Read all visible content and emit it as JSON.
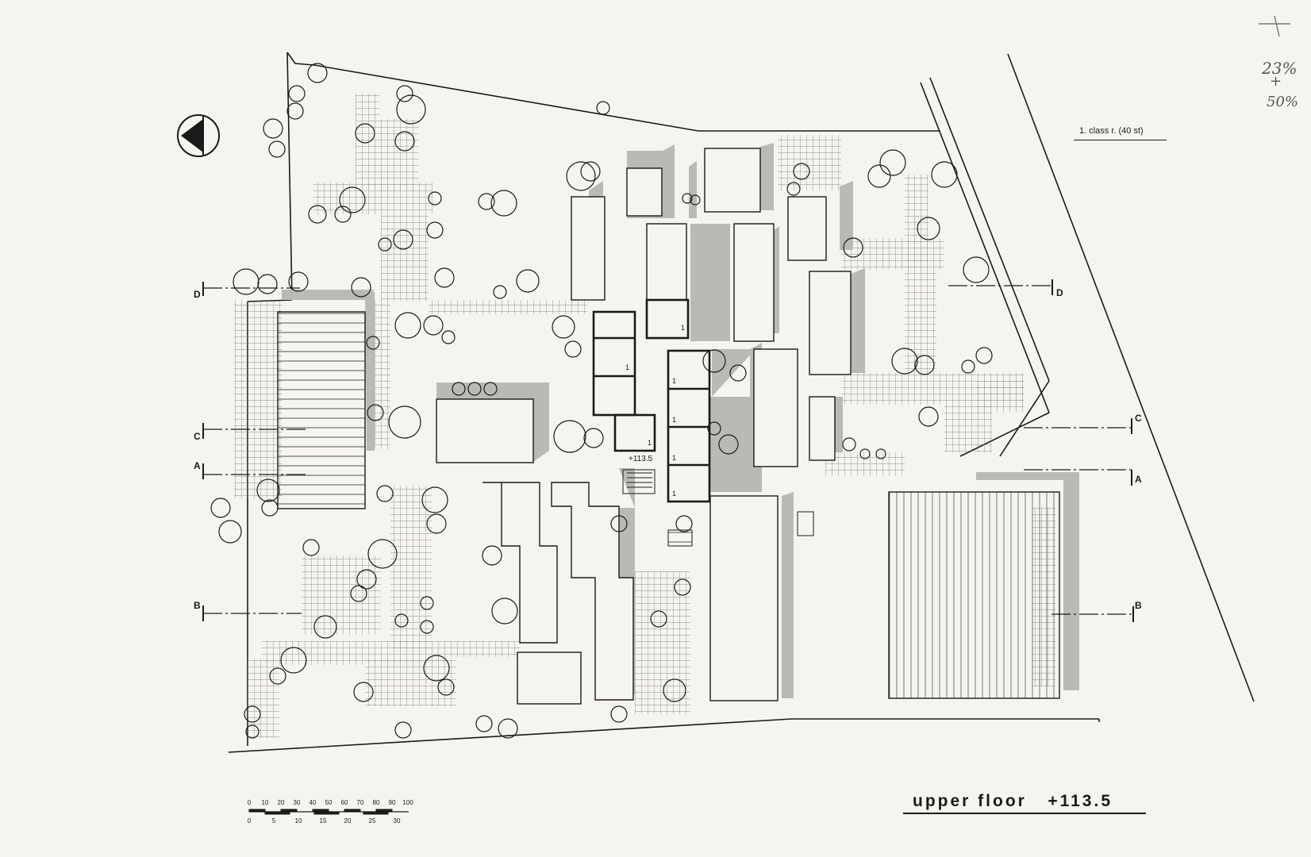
{
  "title": {
    "label": "upper floor",
    "elevation": "+113.5"
  },
  "legend": {
    "label": "1. class r. (40 st)"
  },
  "handwritten_notes": [
    "23%",
    "+",
    "50%"
  ],
  "floor_level_label": "+113.5",
  "room_number": "1",
  "section_markers": [
    {
      "name": "A",
      "left": "A",
      "right": "A"
    },
    {
      "name": "B",
      "left": "B",
      "right": "B"
    },
    {
      "name": "C",
      "left": "C",
      "right": "C"
    },
    {
      "name": "D",
      "left": "D",
      "right": "D"
    }
  ],
  "scale_bar": {
    "top_ticks": [
      "0",
      "10",
      "20",
      "30",
      "40",
      "50",
      "60",
      "70",
      "80",
      "90",
      "100"
    ],
    "bottom_ticks": [
      "0",
      "5",
      "10",
      "15",
      "20",
      "25",
      "30"
    ]
  },
  "colors": {
    "line": "#1a1a1a",
    "shade": "#b9b9b5",
    "paper": "#f6f4ee"
  }
}
